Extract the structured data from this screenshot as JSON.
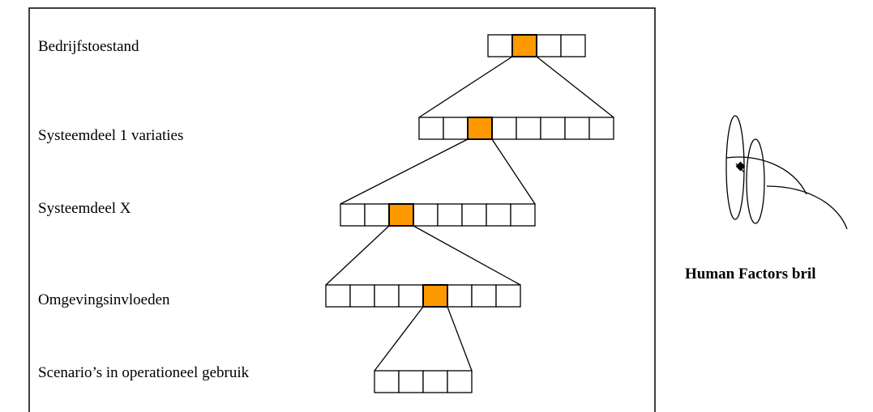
{
  "colors": {
    "highlight": "#FF9900",
    "line": "#000000",
    "background": "#FFFFFF"
  },
  "levels": [
    {
      "label": "Bedrijfstoestand",
      "cells": 4,
      "highlight": 1
    },
    {
      "label": "Systeemdeel 1 variaties",
      "cells": 8,
      "highlight": 2
    },
    {
      "label": "Systeemdeel X",
      "cells": 8,
      "highlight": 2
    },
    {
      "label": "Omgevingsinvloeden",
      "cells": 8,
      "highlight": 4
    },
    {
      "label": "Scenario’s in operationeel gebruik",
      "cells": 4,
      "highlight": null
    }
  ],
  "glasses": {
    "caption": "Human Factors bril",
    "icon": "glasses-icon"
  }
}
